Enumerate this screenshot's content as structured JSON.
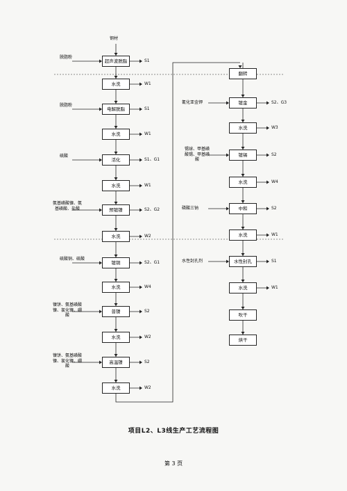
{
  "page": {
    "title": "项目L2、L3线生产工艺流程图",
    "page_number": "第 3 页"
  },
  "left": {
    "start": "钢材",
    "steps": [
      {
        "name": "超声波脱脂",
        "input": "脱脂粉",
        "output": "S1"
      },
      {
        "name": "水洗",
        "input": "",
        "output": "W1"
      },
      {
        "name": "电解脱脂",
        "input": "脱脂粉",
        "output": "S1"
      },
      {
        "name": "水洗",
        "input": "",
        "output": "W1"
      },
      {
        "name": "活化",
        "input": "硫酸",
        "output": "S1、G1"
      },
      {
        "name": "水洗",
        "input": "",
        "output": "W1"
      },
      {
        "name": "预镀镍",
        "input": "氨基磺酸镍、氨基磺酸、盐酸",
        "output": "S2、G2"
      },
      {
        "name": "水洗",
        "input": "",
        "output": "W2"
      },
      {
        "name": "镀铜",
        "input": "硫酸铜、硫酸",
        "output": "S2、G1"
      },
      {
        "name": "水洗",
        "input": "",
        "output": "W4"
      },
      {
        "name": "普镍",
        "input": "镍饼、氨基磺酸镍、氯化镍、硼酸",
        "output": "S2"
      },
      {
        "name": "水洗",
        "input": "",
        "output": "W2"
      },
      {
        "name": "高温镍",
        "input": "镍饼、氨基磺酸镍、氯化镍、硼酸",
        "output": "S2"
      },
      {
        "name": "水洗",
        "input": "",
        "output": "W2"
      }
    ]
  },
  "right": {
    "steps": [
      {
        "name": "翻转",
        "input": "",
        "output": ""
      },
      {
        "name": "镀金",
        "input": "氰化亚金钾",
        "output": "S2、G3"
      },
      {
        "name": "水洗",
        "input": "",
        "output": "W3"
      },
      {
        "name": "镀锡",
        "input": "锡球、甲基磺酸锡、甲基磺酸",
        "output": "S2"
      },
      {
        "name": "水洗",
        "input": "",
        "output": "W4"
      },
      {
        "name": "中和",
        "input": "磷酸三钠",
        "output": "S2"
      },
      {
        "name": "水洗",
        "input": "",
        "output": "W1"
      },
      {
        "name": "水性封孔",
        "input": "水性封孔剂",
        "output": "S1"
      },
      {
        "name": "水洗",
        "input": "",
        "output": "W1"
      },
      {
        "name": "吹干",
        "input": "",
        "output": ""
      },
      {
        "name": "烘干",
        "input": "",
        "output": ""
      }
    ]
  }
}
